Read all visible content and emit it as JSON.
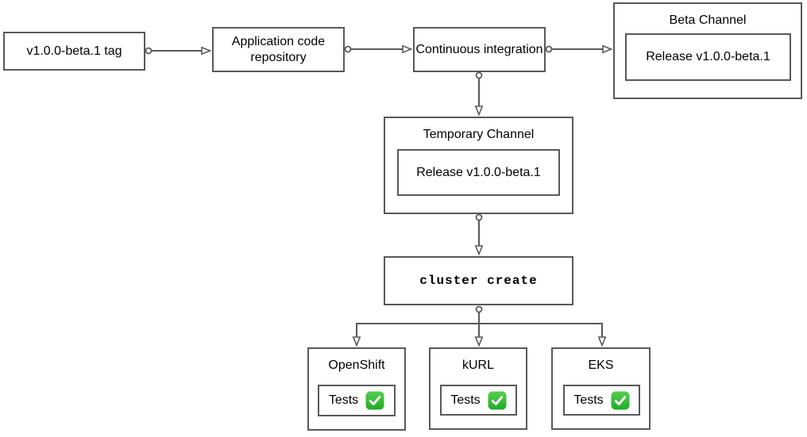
{
  "diagram": {
    "nodes": {
      "tag": {
        "label": "v1.0.0-beta.1 tag"
      },
      "repo": {
        "label": "Application code repository"
      },
      "ci": {
        "label": "Continuous integration"
      },
      "beta_channel": {
        "title": "Beta Channel",
        "release_label": "Release v1.0.0-beta.1"
      },
      "temp_channel": {
        "title": "Temporary Channel",
        "release_label": "Release v1.0.0-beta.1"
      },
      "cluster_create": {
        "label": "cluster create"
      },
      "clusters": [
        {
          "title": "OpenShift",
          "tests_label": "Tests",
          "status_icon": "check-mark-icon"
        },
        {
          "title": "kURL",
          "tests_label": "Tests",
          "status_icon": "check-mark-icon"
        },
        {
          "title": "EKS",
          "tests_label": "Tests",
          "status_icon": "check-mark-icon"
        }
      ]
    },
    "edges": [
      "tag -> repo",
      "repo -> ci",
      "ci -> beta_channel",
      "ci -> temp_channel",
      "temp_channel -> cluster_create",
      "cluster_create -> openshift",
      "cluster_create -> kurl",
      "cluster_create -> eks"
    ],
    "colors": {
      "border": "#595959",
      "arrow": "#595959",
      "text": "#000000",
      "background": "#ffffff",
      "check_green_light": "#55cf4e",
      "check_green_dark": "#1fab28",
      "check_mark": "#ffffff"
    }
  }
}
